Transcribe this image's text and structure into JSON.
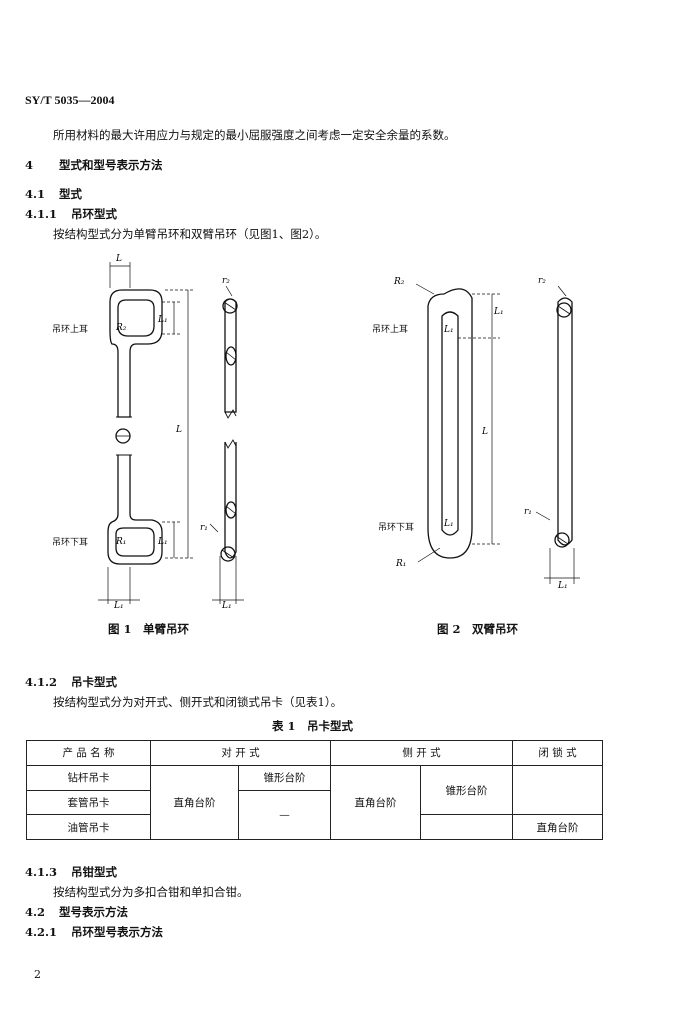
{
  "header": {
    "standard": "SY/T 5035—2004"
  },
  "continuation": "所用材料的最大许用应力与规定的最小屈服强度之间考虑一定安全余量的系数。",
  "section4": {
    "number": "4",
    "title": "型式和型号表示方法"
  },
  "s41": {
    "number": "4.1",
    "title": "型式"
  },
  "s411": {
    "number": "4.1.1",
    "title": "吊环型式",
    "text": "按结构型式分为单臂吊环和双臂吊环（见图1、图2）。"
  },
  "fig1": {
    "caption": "图 1　单臂吊环",
    "upper_ear": "吊环上耳",
    "lower_ear": "吊环下耳",
    "labels": {
      "L_top": "L",
      "R2": "R₂",
      "L1_upper": "L₁",
      "L_total": "L",
      "r2": "r₂",
      "r1": "r₁",
      "R1": "R₁",
      "L1_lower": "L₁",
      "L1_bottom": "L₁"
    }
  },
  "fig2": {
    "caption": "图 2　双臂吊环",
    "upper_ear": "吊环上耳",
    "lower_ear": "吊环下耳",
    "labels": {
      "R2": "R₂",
      "L1_upper": "L₁",
      "L1_side": "L₁",
      "L_total": "L",
      "r2": "r₂",
      "r1": "r₁",
      "R1": "R₁",
      "L1_lower": "L₁",
      "L1_bottom": "L₁"
    }
  },
  "s412": {
    "number": "4.1.2",
    "title": "吊卡型式",
    "text": "按结构型式分为对开式、侧开式和闭锁式吊卡（见表1）。"
  },
  "table1": {
    "title": "表 1　吊卡型式",
    "headers": [
      "产 品 名 称",
      "对 开 式",
      "侧 开 式",
      "闭 锁 式"
    ],
    "rows": [
      "钻杆吊卡",
      "套管吊卡",
      "油管吊卡"
    ],
    "duikai_sub1": "直角台阶",
    "duikai_sub2": "锥形台阶",
    "duikai_dash": "—",
    "cekai_sub1": "直角台阶",
    "cekai_sub2": "锥形台阶",
    "bisuo_sub": "直角台阶"
  },
  "s413": {
    "number": "4.1.3",
    "title": "吊钳型式",
    "text": "按结构型式分为多扣合钳和单扣合钳。"
  },
  "s42": {
    "number": "4.2",
    "title": "型号表示方法"
  },
  "s421": {
    "number": "4.2.1",
    "title": "吊环型号表示方法"
  },
  "page_number": "2"
}
